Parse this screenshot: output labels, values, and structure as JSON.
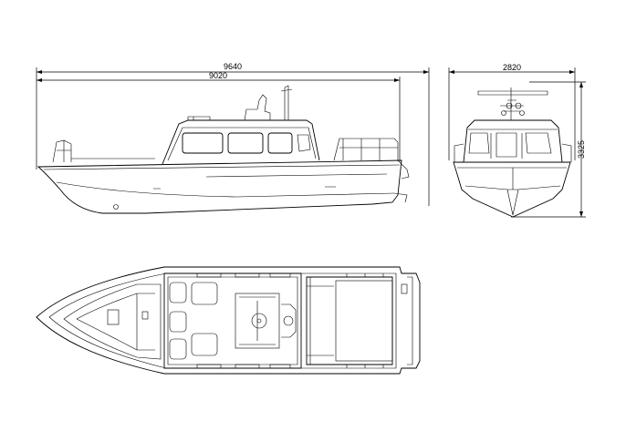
{
  "dimensions": {
    "overall_length": "9640",
    "hull_length": "9020",
    "beam": "2820",
    "height": "3325"
  }
}
